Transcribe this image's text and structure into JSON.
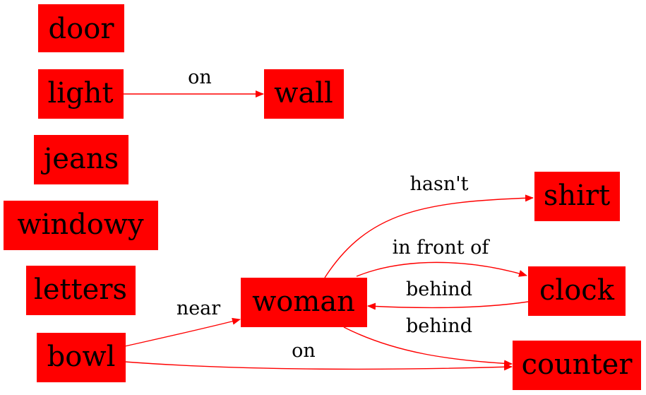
{
  "colors": {
    "node_fill": "#ff0000",
    "edge": "#ff0000",
    "text": "#000000"
  },
  "nodes": {
    "door": "door",
    "light": "light",
    "wall": "wall",
    "jeans": "jeans",
    "windowy": "windowy",
    "letters": "letters",
    "bowl": "bowl",
    "woman": "woman",
    "shirt": "shirt",
    "clock": "clock",
    "counter": "counter"
  },
  "edges": [
    {
      "from": "light",
      "to": "wall",
      "label": "on"
    },
    {
      "from": "woman",
      "to": "shirt",
      "label": "hasn't"
    },
    {
      "from": "woman",
      "to": "clock",
      "label": "in front of"
    },
    {
      "from": "clock",
      "to": "woman",
      "label": "behind"
    },
    {
      "from": "woman",
      "to": "counter",
      "label": "behind"
    },
    {
      "from": "bowl",
      "to": "woman",
      "label": "near"
    },
    {
      "from": "bowl",
      "to": "counter",
      "label": "on"
    }
  ]
}
